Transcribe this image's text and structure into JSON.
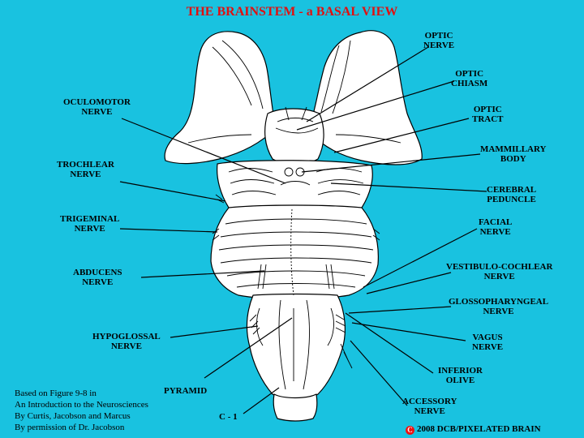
{
  "title": {
    "text": "THE BRAINSTEM - a BASAL VIEW",
    "color": "#e01010"
  },
  "colors": {
    "background": "#19c2e0",
    "drawing_fill": "#ffffff",
    "line": "#000000"
  },
  "labels": {
    "optic_nerve": [
      "OPTIC",
      "NERVE"
    ],
    "optic_chiasm": [
      "OPTIC",
      "CHIASM"
    ],
    "optic_tract": [
      "OPTIC",
      "TRACT"
    ],
    "mammillary_body": [
      "MAMMILLARY",
      "BODY"
    ],
    "cerebral_peduncle": [
      "CEREBRAL",
      "PEDUNCLE"
    ],
    "facial_nerve": [
      "FACIAL",
      "NERVE"
    ],
    "vestibulo_cochlear_nerve": [
      "VESTIBULO-COCHLEAR",
      "NERVE"
    ],
    "glossopharyngeal_nerve": [
      "GLOSSOPHARYNGEAL",
      "NERVE"
    ],
    "vagus_nerve": [
      "VAGUS",
      "NERVE"
    ],
    "inferior_olive": [
      "INFERIOR",
      "OLIVE"
    ],
    "accessory_nerve": [
      "ACCESSORY",
      "NERVE"
    ],
    "oculomotor_nerve": [
      "OCULOMOTOR",
      "NERVE"
    ],
    "trochlear_nerve": [
      "TROCHLEAR",
      "NERVE"
    ],
    "trigeminal_nerve": [
      "TRIGEMINAL",
      "NERVE"
    ],
    "abducens_nerve": [
      "ABDUCENS",
      "NERVE"
    ],
    "hypoglossal_nerve": [
      "HYPOGLOSSAL",
      "NERVE"
    ],
    "pyramid": [
      "PYRAMID"
    ],
    "c1": [
      "C - 1"
    ]
  },
  "credit": [
    "Based on Figure 9-8 in",
    "An Introduction to the Neurosciences",
    "By Curtis, Jacobson and Marcus",
    "By permission of Dr. Jacobson"
  ],
  "copyright": {
    "symbol": "C",
    "text": "2008  DCB/PIXELATED BRAIN"
  }
}
